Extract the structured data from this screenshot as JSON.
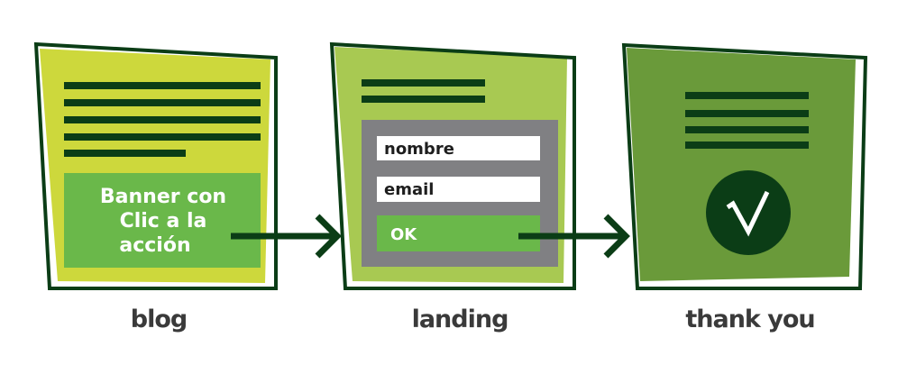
{
  "colors": {
    "dark_green": "#0b3d16",
    "blog_bg": "#cdd83c",
    "landing_bg": "#a8c952",
    "thanks_bg": "#6a9a3a",
    "banner_green": "#6ab84a",
    "form_gray": "#808083",
    "label_gray": "#3a3a3a"
  },
  "blog": {
    "label": "blog",
    "banner_lines": [
      "Banner con",
      "Clic a la",
      "acción"
    ]
  },
  "landing": {
    "label": "landing",
    "form": {
      "field_name": "nombre",
      "field_email": "email",
      "submit": "OK"
    }
  },
  "thank_you": {
    "label": "thank you",
    "check_icon": "check-mark-icon",
    "check_glyph": "√"
  },
  "arrows": [
    "blog-to-landing",
    "landing-to-thank-you"
  ]
}
